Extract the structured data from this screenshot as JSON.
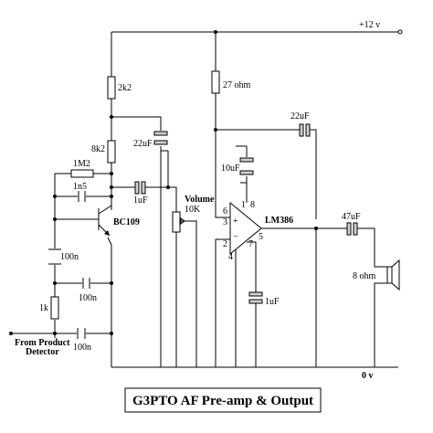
{
  "title": "G3PTO AF Pre-amp & Output",
  "rails": {
    "supply_label": "+12 v",
    "ground_label": "0 v"
  },
  "components": {
    "r_2k2": "2k2",
    "r_8k2": "8k2",
    "r_1M2": "1M2",
    "c_1n5": "1n5",
    "c_100n_left": "100n",
    "c_100n_mid": "100n",
    "c_100n_bottom": "100n",
    "r_1k": "1k",
    "transistor": "BC109",
    "c_22uF_left": "22uF",
    "c_1uF_coupling": "1uF",
    "volume_label": "Volume",
    "volume_value": "10K",
    "r_27ohm": "27 ohm",
    "c_22uF_top": "22uF",
    "c_10uF": "10uF",
    "ic": "LM386",
    "c_47uF": "47uF",
    "c_1uF_bypass": "1uF",
    "speaker": "8 ohm",
    "input_label_line1": "From Product",
    "input_label_line2": "Detector"
  },
  "pins": {
    "p1": "1",
    "p2": "2",
    "p3": "3",
    "p4": "4",
    "p5": "5",
    "p6": "6",
    "p7": "7",
    "p8": "8",
    "plus": "+",
    "minus": "−"
  }
}
